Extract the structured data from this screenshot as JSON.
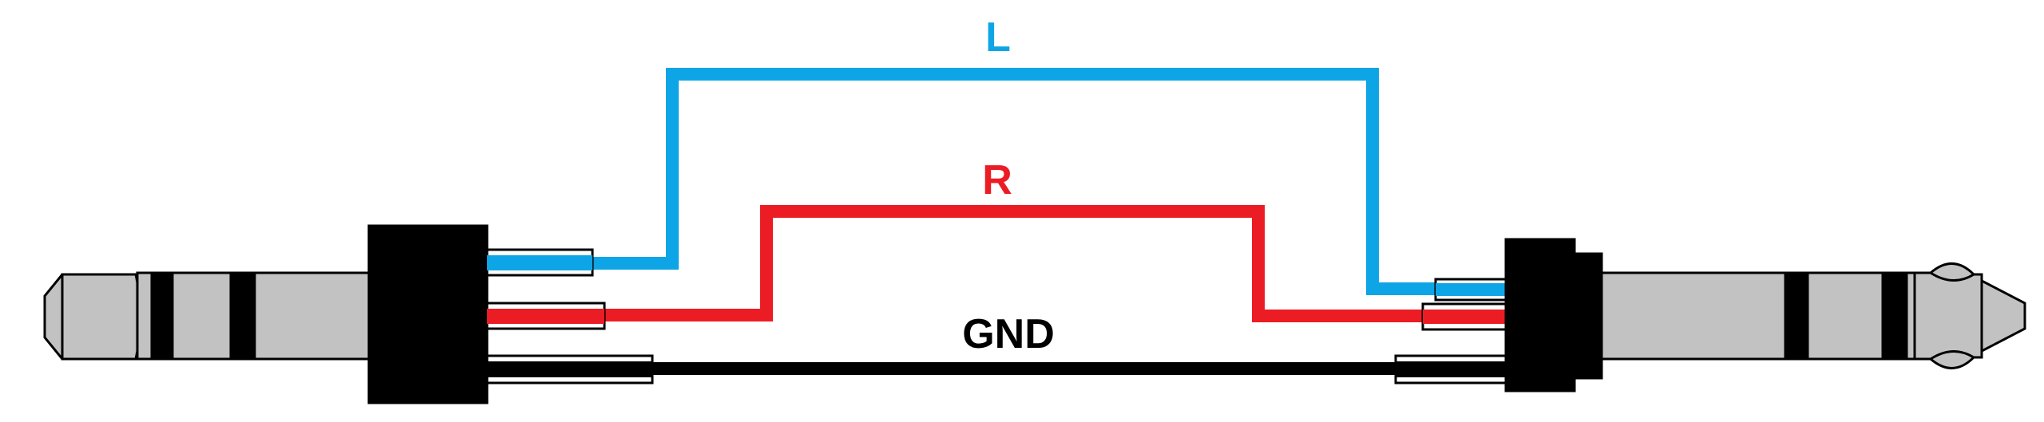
{
  "labels": {
    "left": "L",
    "right": "R",
    "ground": "GND"
  },
  "colors": {
    "left_wire": "#0ea5e6",
    "right_wire": "#ec1c24",
    "ground_wire": "#000000",
    "plug_metal": "#c2c2c2",
    "plug_body": "#000000",
    "outline": "#000000",
    "background": "#ffffff"
  }
}
